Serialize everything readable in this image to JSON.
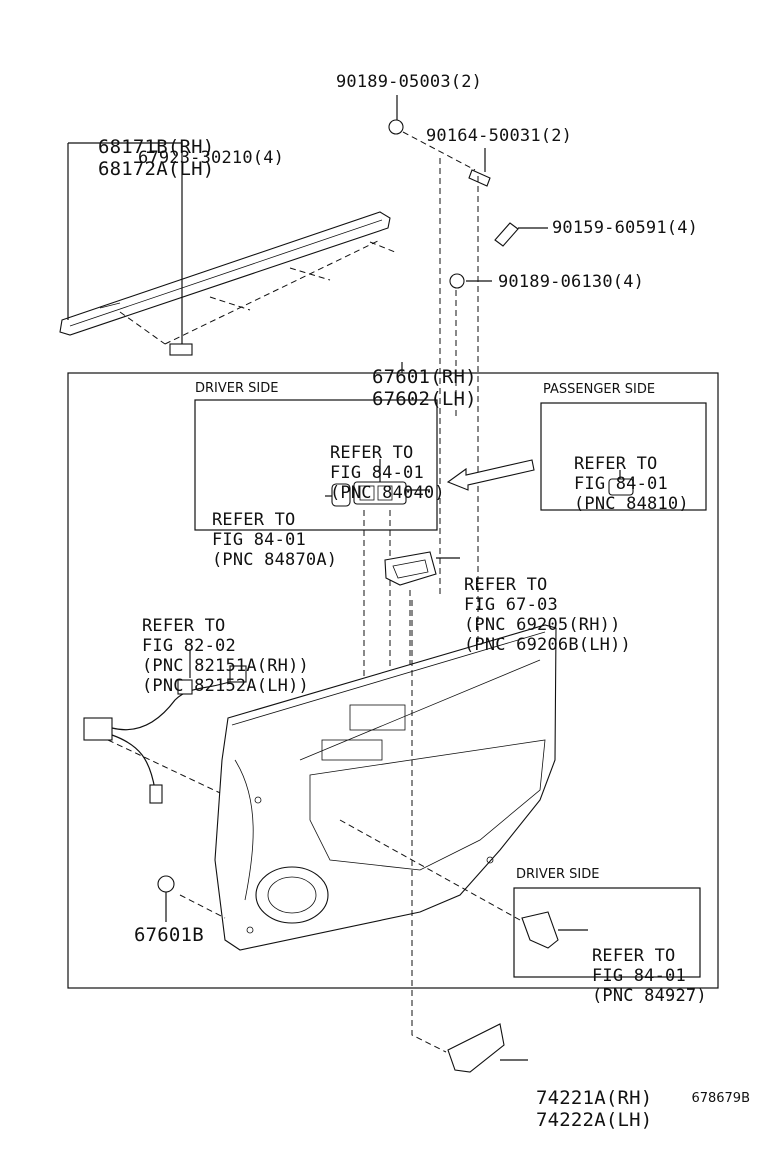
{
  "labels": {
    "p68171": [
      "68171B(RH)",
      "68172A(LH)"
    ],
    "p67923": "67923-30210(4)",
    "p90189a": "90189-05003(2)",
    "p90164": "90164-50031(2)",
    "p90159": "90159-60591(4)",
    "p90189b": "90189-06130(4)",
    "p67601": [
      "67601(RH)",
      "67602(LH)"
    ],
    "driver_side_top": "DRIVER SIDE",
    "passenger_side": "PASSENGER SIDE",
    "ref_84040": [
      "REFER TO",
      "FIG 84-01",
      "(PNC 84040)"
    ],
    "ref_84870": [
      "REFER TO",
      "FIG 84-01",
      "(PNC 84870A)"
    ],
    "ref_84810": [
      "REFER TO",
      "FIG 84-01",
      "(PNC 84810)"
    ],
    "ref_69205": [
      "REFER TO",
      "FIG 67-03",
      "(PNC 69205(RH))",
      "(PNC 69206B(LH))"
    ],
    "ref_82151": [
      "REFER TO",
      "FIG 82-02",
      "(PNC 82151A(RH))",
      "(PNC 82152A(LH))"
    ],
    "p67601b": "67601B",
    "driver_side_bottom": "DRIVER SIDE",
    "ref_84927": [
      "REFER TO",
      "FIG 84-01",
      "(PNC 84927)"
    ],
    "p74221": [
      "74221A(RH)",
      "74222A(LH)"
    ]
  },
  "figure_id": "678679B"
}
